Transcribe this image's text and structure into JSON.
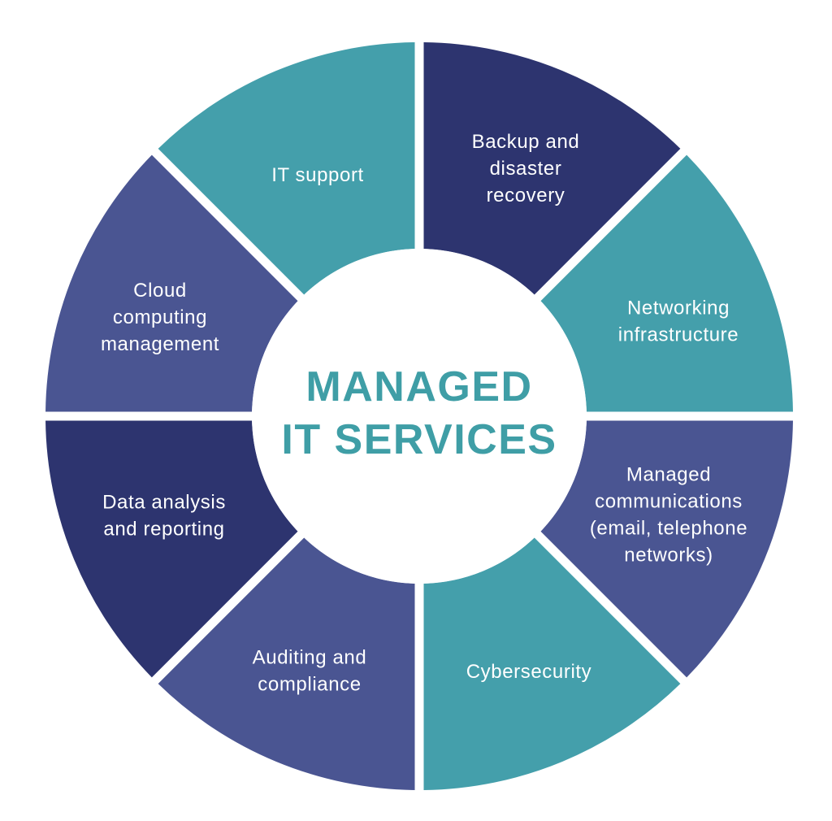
{
  "center": {
    "title_line1": "MANAGED",
    "title_line2": "IT SERVICES",
    "title_color": "#3f9ea6"
  },
  "colors": {
    "navy": "#2d346f",
    "teal": "#449fab",
    "slate": "#4a5592",
    "background": "#ffffff"
  },
  "segments": [
    {
      "id": "backup",
      "lines": [
        "Backup and",
        "disaster",
        "recovery"
      ],
      "color": "#2d346f"
    },
    {
      "id": "networking",
      "lines": [
        "Networking",
        "infrastructure"
      ],
      "color": "#449fab"
    },
    {
      "id": "communications",
      "lines": [
        "Managed",
        "communications",
        "(email, telephone",
        "networks)"
      ],
      "color": "#4a5592"
    },
    {
      "id": "cybersecurity",
      "lines": [
        "Cybersecurity"
      ],
      "color": "#449fab"
    },
    {
      "id": "auditing",
      "lines": [
        "Auditing and",
        "compliance"
      ],
      "color": "#4a5592"
    },
    {
      "id": "data-analysis",
      "lines": [
        "Data analysis",
        "and reporting"
      ],
      "color": "#2d346f"
    },
    {
      "id": "cloud",
      "lines": [
        "Cloud",
        "computing",
        "management"
      ],
      "color": "#4a5592"
    },
    {
      "id": "it-support",
      "lines": [
        "IT support"
      ],
      "color": "#449fab"
    }
  ]
}
